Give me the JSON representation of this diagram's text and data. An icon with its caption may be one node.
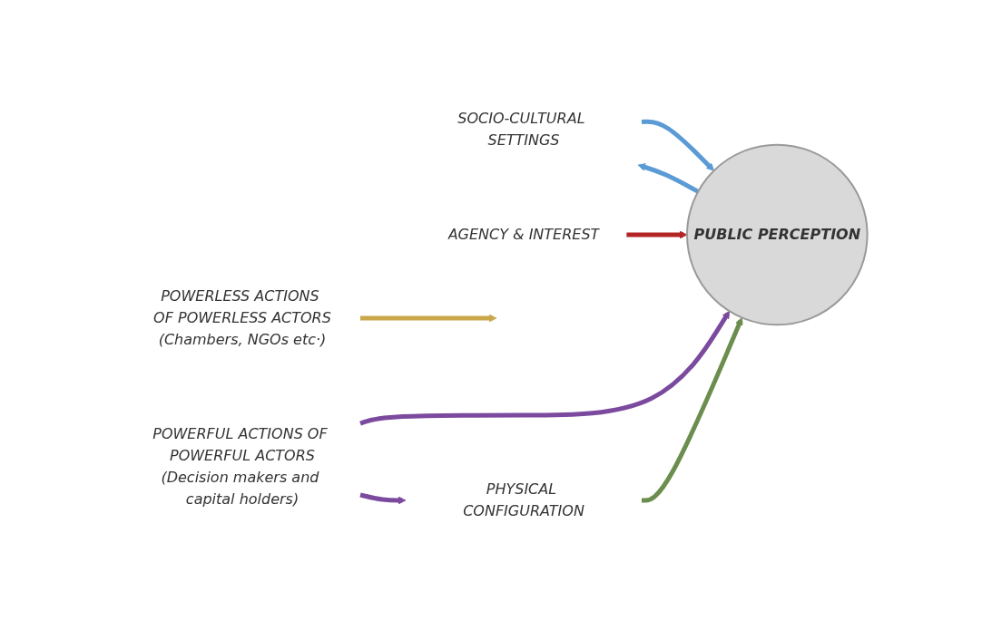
{
  "diagram": {
    "nodes": [
      {
        "text": [
          "SOCIO-CULTURAL SETTINGS"
        ]
      },
      {
        "text": [
          "PUBLIC PERCEPTION"
        ]
      },
      {
        "text": [
          "POWERLESS ACTIONS OF POWERLESS ACTORS",
          "(Chambers, NGOs etc·)"
        ]
      },
      {
        "text": [
          "POWERFUL ACTIONS OF POWERFUL ACTORS",
          "(Decision makers and capital holders)"
        ]
      },
      {
        "text": [
          "AGENCY & INTEREST"
        ]
      },
      {
        "text": [
          "PHYSICAL CONFIGURATION"
        ]
      }
    ],
    "edges": [
      {
        "from": 0,
        "to": 1,
        "arrow": "to",
        "color": "#5b9bd5"
      },
      {
        "from": 1,
        "to": 0,
        "arrow": "to",
        "color": "#5b9bd5"
      },
      {
        "from": 2,
        "to": null,
        "arrow": "to",
        "color": "#c9a74a"
      },
      {
        "from": 3,
        "to": 1,
        "arrow": "to",
        "color": "#7b4a9e"
      },
      {
        "from": 3,
        "to": 5,
        "arrow": "to",
        "color": "#7b4a9e"
      },
      {
        "from": 4,
        "to": 1,
        "arrow": "to",
        "color": "#b32424"
      },
      {
        "from": 5,
        "to": 1,
        "arrow": "to",
        "color": "#6b8e4e"
      }
    ]
  }
}
